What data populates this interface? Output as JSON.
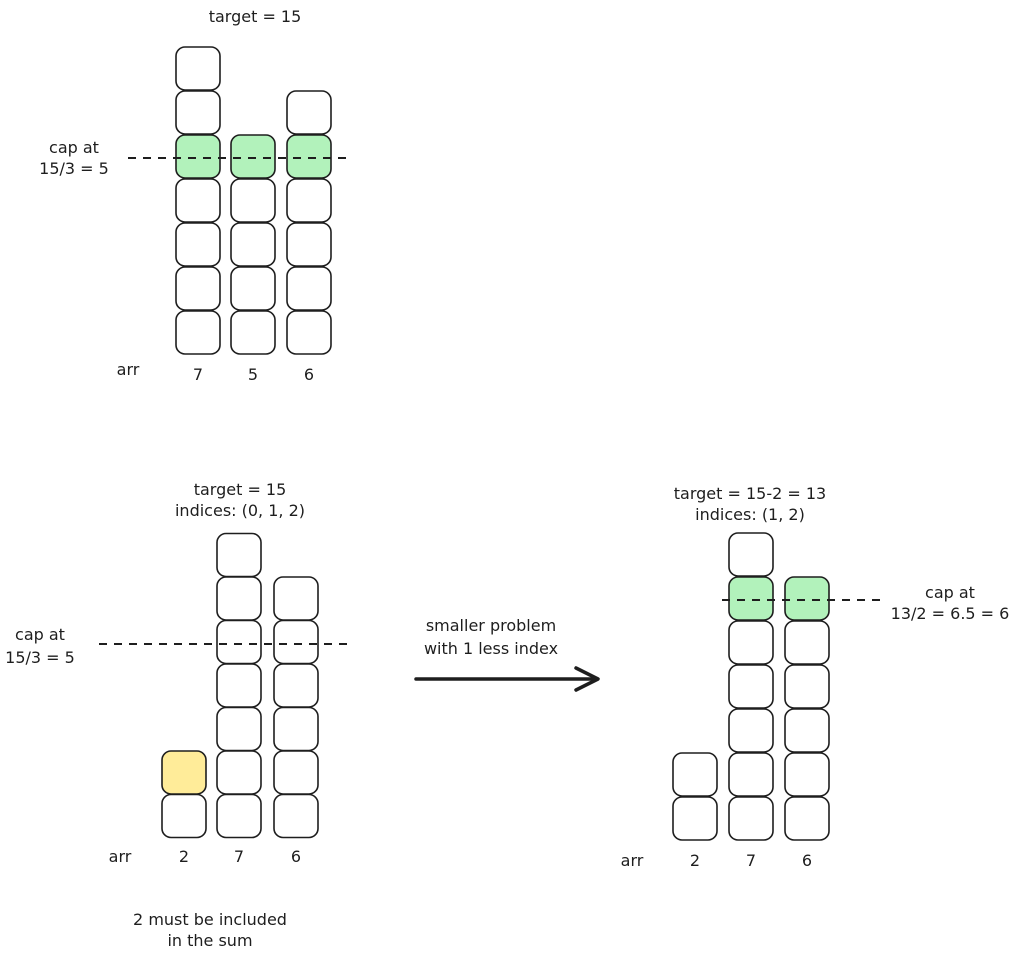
{
  "colors": {
    "stroke": "#1e1e1e",
    "empty": "#ffffff",
    "capped": "#b2f2bb",
    "forced": "#ffec99"
  },
  "panels": [
    {
      "id": "top",
      "title_lines": [
        "target = 15"
      ],
      "arr_label": "arr",
      "values": [
        7,
        5,
        6
      ],
      "cap_label_lines": [
        "cap at",
        "15/3 = 5"
      ],
      "cap_value": 5,
      "cap_side": "left",
      "highlight": [
        {
          "col": 0,
          "level": 5,
          "kind": "capped"
        },
        {
          "col": 1,
          "level": 5,
          "kind": "capped"
        },
        {
          "col": 2,
          "level": 5,
          "kind": "capped"
        }
      ],
      "note_lines": []
    },
    {
      "id": "bottom-left",
      "title_lines": [
        "target = 15",
        "indices: (0, 1, 2)"
      ],
      "arr_label": "arr",
      "values": [
        2,
        7,
        6
      ],
      "cap_label_lines": [
        "cap at",
        "15/3 = 5"
      ],
      "cap_value": 5,
      "cap_side": "left",
      "highlight": [
        {
          "col": 0,
          "level": 2,
          "kind": "forced"
        }
      ],
      "note_lines": [
        "2 must be included",
        "in the sum"
      ]
    },
    {
      "id": "bottom-right",
      "title_lines": [
        "target = 15-2 = 13",
        "indices: (1, 2)"
      ],
      "arr_label": "arr",
      "values": [
        2,
        7,
        6
      ],
      "cap_label_lines": [
        "cap at",
        "13/2 = 6.5 = 6"
      ],
      "cap_value": 6,
      "cap_side": "right",
      "highlight": [
        {
          "col": 1,
          "level": 6,
          "kind": "capped"
        },
        {
          "col": 2,
          "level": 6,
          "kind": "capped"
        }
      ],
      "note_lines": []
    }
  ],
  "arrow": {
    "label_lines": [
      "smaller problem",
      "with 1 less index"
    ]
  }
}
